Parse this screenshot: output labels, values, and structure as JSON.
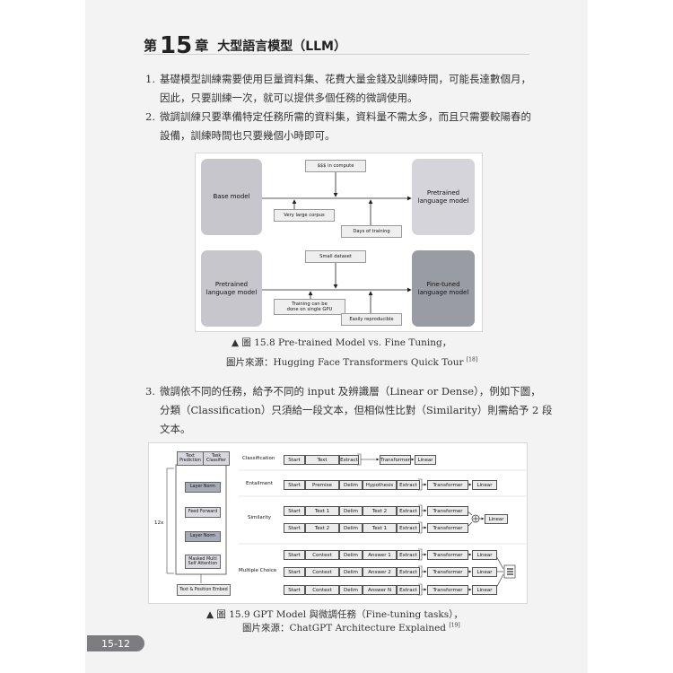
{
  "header": {
    "chapter_prefix": "第",
    "chapter_num": "15",
    "chapter_suffix": "章",
    "title": "大型語言模型（LLM）"
  },
  "paragraphs": {
    "p1": {
      "num": "1.",
      "line1": "基礎模型訓練需要使用巨量資料集、花費大量金錢及訓練時間，可能長達數個月，",
      "line2": "因此，只要訓練一次，就可以提供多個任務的微調使用。"
    },
    "p2": {
      "num": "2.",
      "line1": "微調訓練只要準備特定任務所需的資料集，資料量不需太多，而且只需要較陽春的",
      "line2": "設備，訓練時間也只要幾個小時即可。"
    },
    "p3": {
      "num": "3.",
      "line1": "微調依不同的任務，給予不同的 input 及辨識層（Linear or Dense），例如下圖，",
      "line2": "分類（Classification）只須給一段文本，但相似性比對（Similarity）則需給予 2 段",
      "line3": "文本。"
    }
  },
  "figure1": {
    "base_model": "Base model",
    "pretrained_top": "Pretrained\nlanguage model",
    "compute": "$$$ in compute",
    "corpus": "Very large corpus",
    "days": "Days of training",
    "pretrained_bottom": "Pretrained\nlanguage model",
    "finetuned": "Fine-tuned\nlanguage model",
    "small_dataset": "Small dataset",
    "single_gpu": "Training can be\ndone on single GPU",
    "reproducible": "Easily reproducible",
    "caption_line1": "▲  圖 15.8  Pre-trained Model vs. Fine Tuning，",
    "caption_line2": "圖片來源：Hugging Face Transformers Quick Tour ",
    "caption_ref": "[18]"
  },
  "figure2": {
    "text_prediction": "Text\nPrediction",
    "task_classifier": "Task\nClassifier",
    "layer_norm_top": "Layer Norm",
    "feed_forward": "Feed Forward",
    "layer_norm_bottom": "Layer Norm",
    "masked_attention": "Masked Multi\nSelf Attention",
    "repeat": "12x",
    "embed": "Text & Position Embed",
    "tasks": {
      "classification": "Classification",
      "entailment": "Entailment",
      "similarity": "Similarity",
      "multiple_choice": "Multiple Choice"
    },
    "tokens": {
      "start": "Start",
      "text": "Text",
      "extract": "Extract",
      "premise": "Premise",
      "delim": "Delim",
      "hypothesis": "Hypothesis",
      "text1": "Text 1",
      "text2": "Text 2",
      "context": "Context",
      "answer1": "Answer 1",
      "answer2": "Answer 2",
      "answern": "Answer N"
    },
    "transformer": "Transformer",
    "linear": "Linear",
    "caption_line1": "▲  圖 15.9  GPT Model 與微調任務（Fine-tuning tasks），",
    "caption_line2": "圖片來源：ChatGPT Architecture Explained ",
    "caption_ref": "[19]"
  },
  "page_number": "15-12"
}
